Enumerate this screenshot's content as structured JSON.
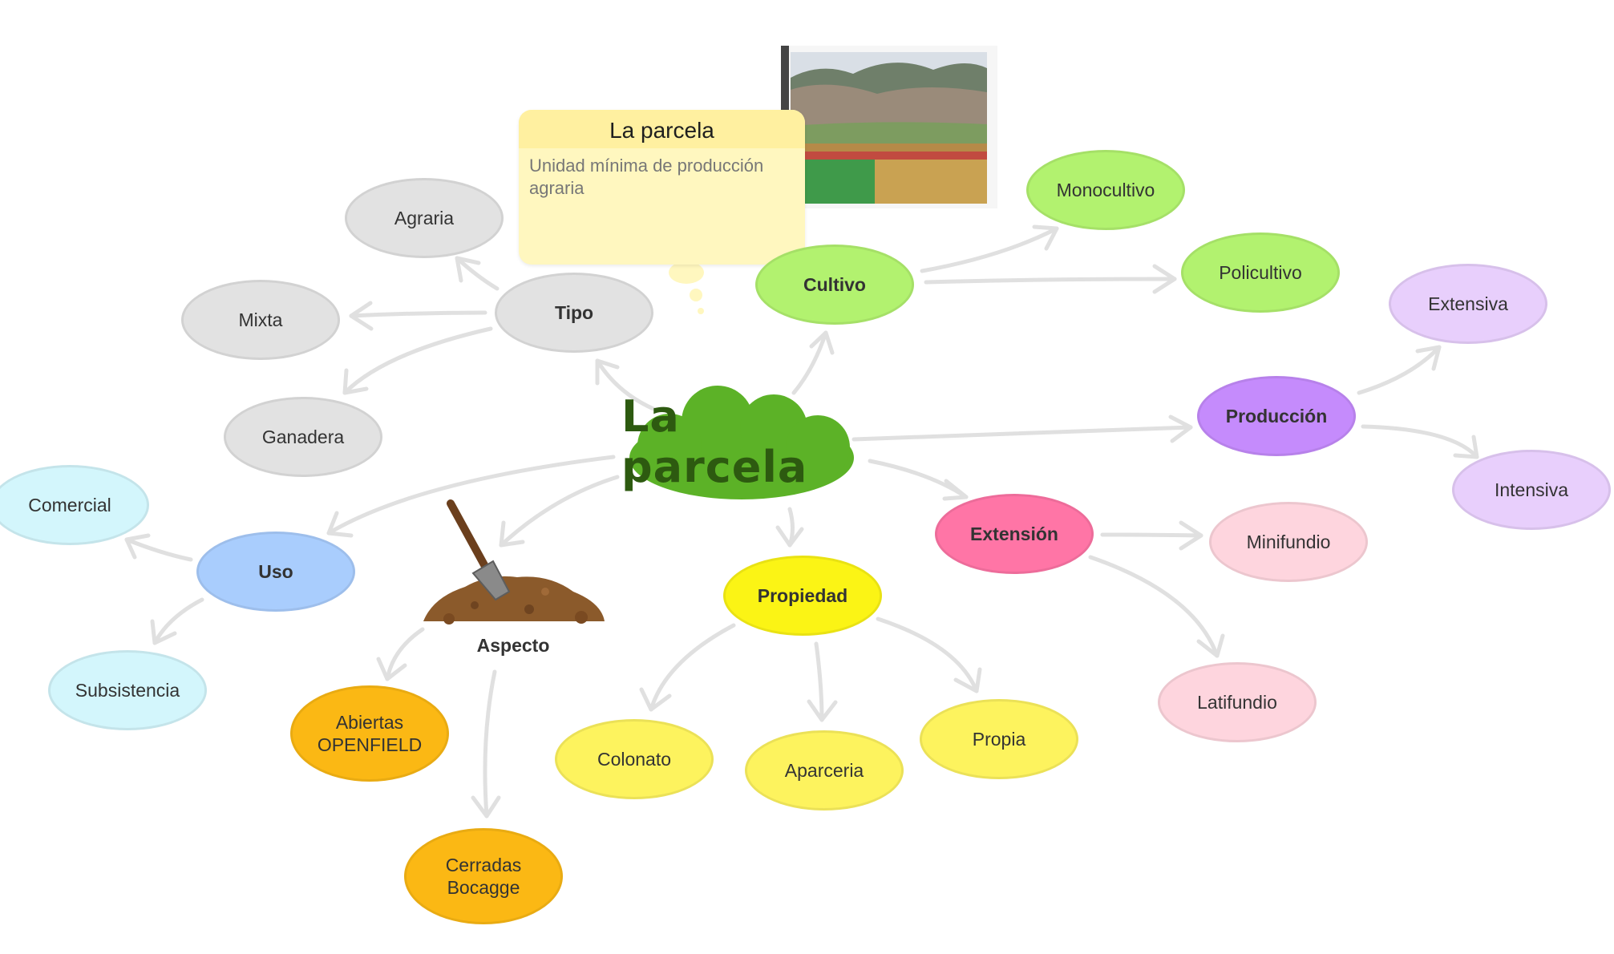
{
  "central": {
    "label": "La parcela"
  },
  "note": {
    "title": "La parcela",
    "text": "Unidad mínima de producción agraria"
  },
  "branches": {
    "tipo": {
      "label": "Tipo",
      "children": [
        "Agraria",
        "Mixta",
        "Ganadera"
      ]
    },
    "cultivo": {
      "label": "Cultivo",
      "children": [
        "Monocultivo",
        "Policultivo"
      ]
    },
    "produccion": {
      "label": "Producción",
      "children": [
        "Extensiva",
        "Intensiva"
      ]
    },
    "extension": {
      "label": "Extensión",
      "children": [
        "Minifundio",
        "Latifundio"
      ]
    },
    "propiedad": {
      "label": "Propiedad",
      "children": [
        "Colonato",
        "Aparceria",
        "Propia"
      ]
    },
    "aspecto": {
      "label": "Aspecto",
      "children": [
        "Abiertas\nOPENFIELD",
        "Cerradas\nBocagge"
      ]
    },
    "uso": {
      "label": "Uso",
      "children": [
        "Comercial",
        "Subsistencia"
      ]
    }
  },
  "icons": [
    "shovel-icon",
    "soil-pile-icon",
    "landscape-photo"
  ],
  "colors": {
    "central": "#5cb227",
    "tipo": "#e2e2e2",
    "cultivo": "#b2f26f",
    "produccion": "#c58bfc",
    "produccion_children": "#e8cffc",
    "extension": "#ff75a6",
    "extension_children": "#fed5de",
    "propiedad": "#fbf415",
    "propiedad_children": "#fdf35e",
    "aspecto_children": "#fbb814",
    "uso": "#a9cdfd",
    "uso_children": "#d3f6fc",
    "note": "#fff7bf",
    "connector": "#e0e0e0"
  }
}
